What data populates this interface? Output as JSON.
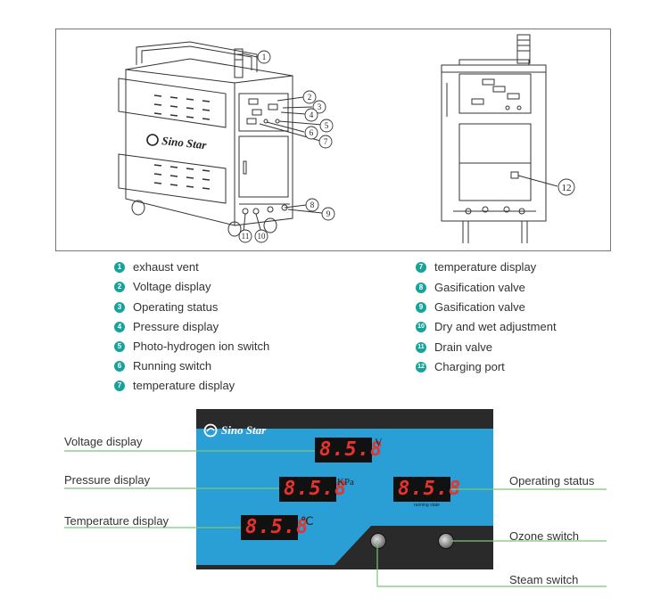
{
  "drawing": {
    "brand": "Sino Star",
    "callouts": [
      "1",
      "2",
      "3",
      "4",
      "5",
      "6",
      "7",
      "8",
      "9",
      "10",
      "11",
      "12"
    ]
  },
  "legend": {
    "left": [
      {
        "num": "1",
        "label": "exhaust vent"
      },
      {
        "num": "2",
        "label": "Voltage display"
      },
      {
        "num": "3",
        "label": "Operating status"
      },
      {
        "num": "4",
        "label": "Pressure display"
      },
      {
        "num": "5",
        "label": "Photo-hydrogen ion switch"
      },
      {
        "num": "6",
        "label": "Running switch"
      },
      {
        "num": "7",
        "label": "temperature display"
      }
    ],
    "right": [
      {
        "num": "7",
        "label": "temperature display"
      },
      {
        "num": "8",
        "label": "Gasification valve"
      },
      {
        "num": "9",
        "label": "Gasification valve"
      },
      {
        "num": "10",
        "label": "Dry and wet adjustment"
      },
      {
        "num": "11",
        "label": "Drain valve"
      },
      {
        "num": "12",
        "label": "Charging port"
      }
    ]
  },
  "panel": {
    "brand": "Sino Star",
    "voltage_reading": "8.5.8",
    "pressure_reading": "8.5.8",
    "status_reading": "8.5.8",
    "temperature_reading": "8.5.8",
    "voltage_unit": "V",
    "pressure_unit": "KPa",
    "temperature_unit": "℃",
    "status_caption": "running state",
    "colors": {
      "panel_blue": "#2a9fd6",
      "panel_dark": "#2a2a2a",
      "led_red": "#e8332c",
      "line_green": "#7cc576",
      "badge_teal": "#17a39a"
    }
  },
  "callout_labels": {
    "voltage": "Voltage display",
    "pressure": "Pressure display",
    "temperature": "Temperature display",
    "operating": "Operating status",
    "ozone": "Ozone switch",
    "steam": "Steam switch"
  }
}
